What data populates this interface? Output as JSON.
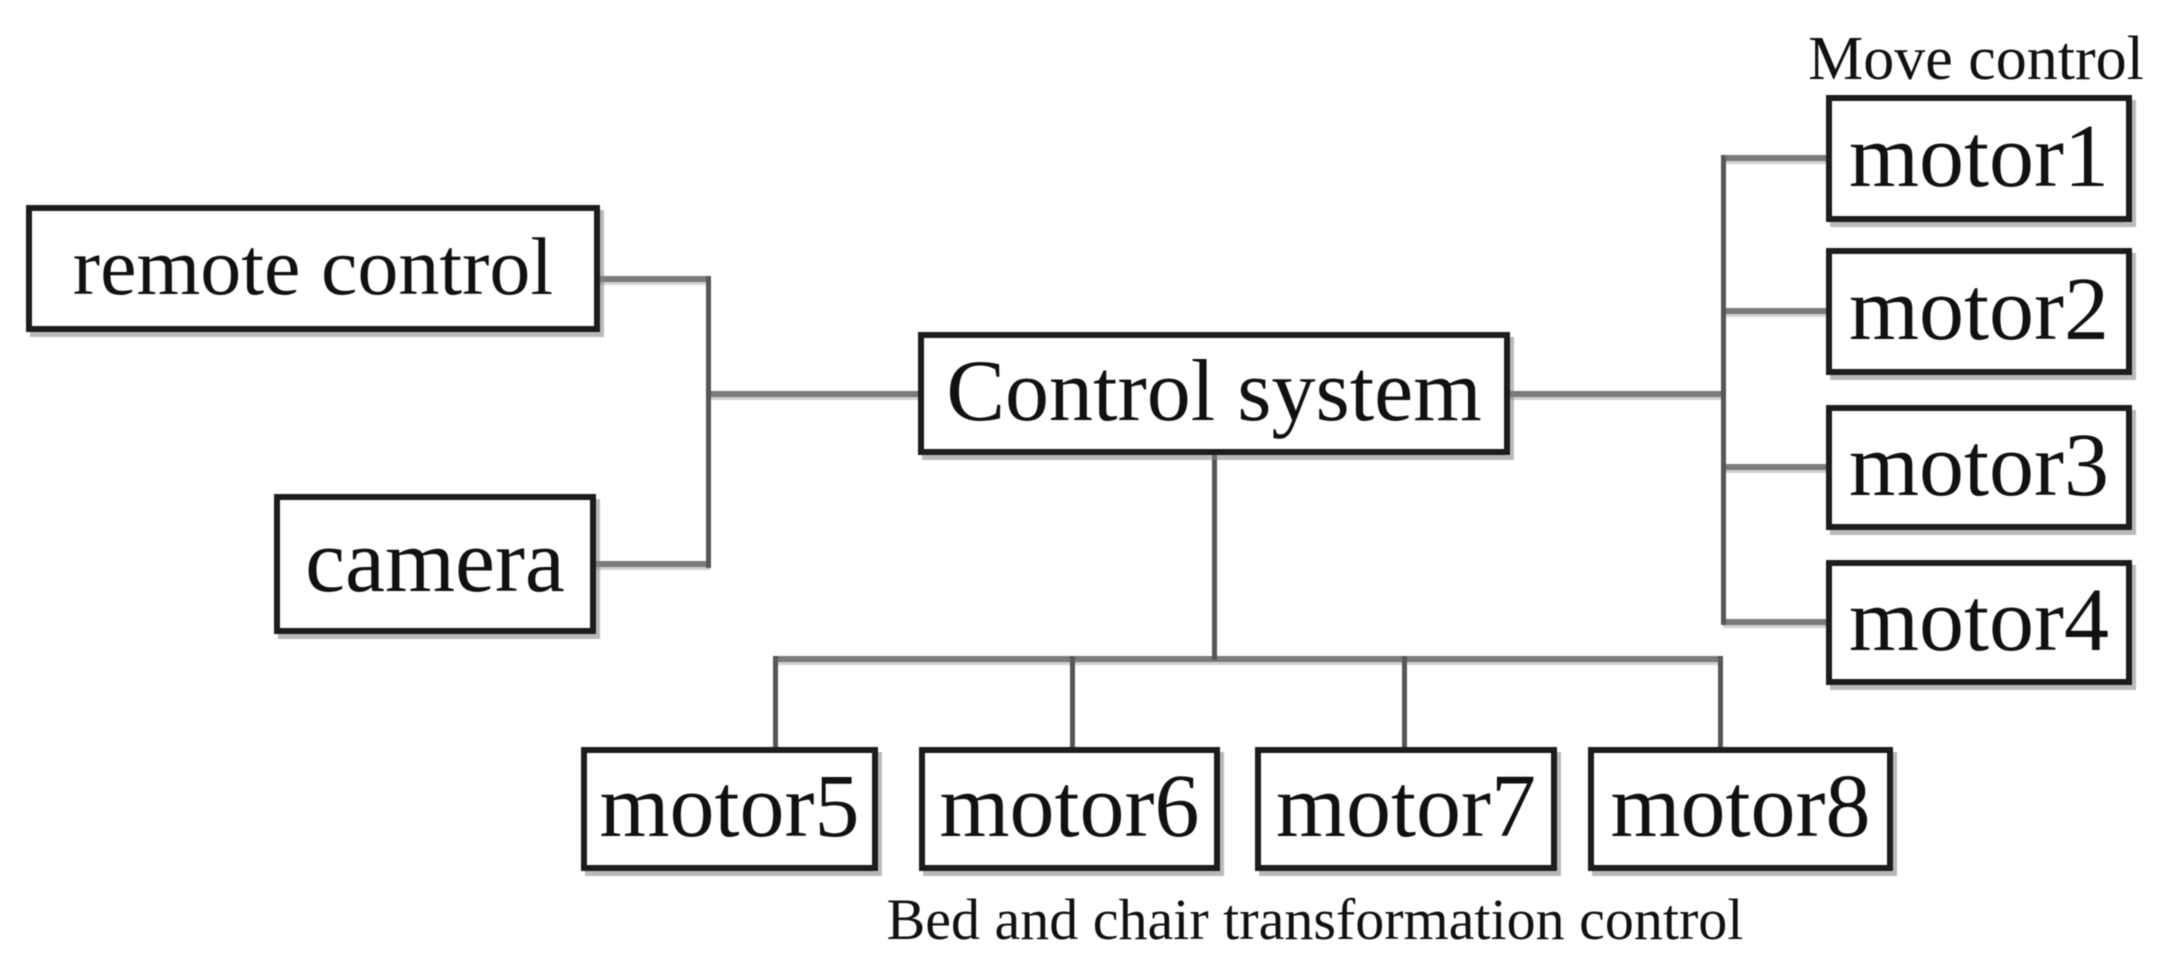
{
  "figure": {
    "background": "#ffffff",
    "box_border_color": "#1c1c1c",
    "text_color": "#111111",
    "horizontal_line_color": "#7b7b7b",
    "vertical_line_color": "#565656"
  },
  "nodes": {
    "remote_control": {
      "label": "remote control"
    },
    "camera": {
      "label": "camera"
    },
    "control_system": {
      "label": "Control system"
    },
    "motor1": {
      "label": "motor1"
    },
    "motor2": {
      "label": "motor2"
    },
    "motor3": {
      "label": "motor3"
    },
    "motor4": {
      "label": "motor4"
    },
    "motor5": {
      "label": "motor5"
    },
    "motor6": {
      "label": "motor6"
    },
    "motor7": {
      "label": "motor7"
    },
    "motor8": {
      "label": "motor8"
    }
  },
  "captions": {
    "move_control": "Move control",
    "bed_chair_transformation": "Bed and chair transformation control"
  }
}
